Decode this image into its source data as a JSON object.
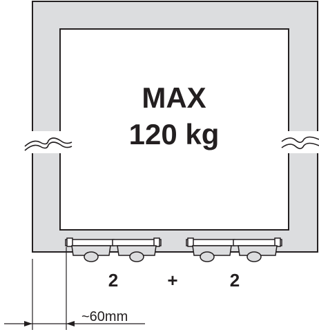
{
  "load": {
    "line1": "MAX",
    "line2": "120 kg"
  },
  "rollers": {
    "left_count": "2",
    "separator": "+",
    "right_count": "2"
  },
  "dimension": {
    "label": "~60mm"
  },
  "colors": {
    "frame_fill": "#dcdddf",
    "stroke": "#231f20",
    "background": "#ffffff"
  }
}
